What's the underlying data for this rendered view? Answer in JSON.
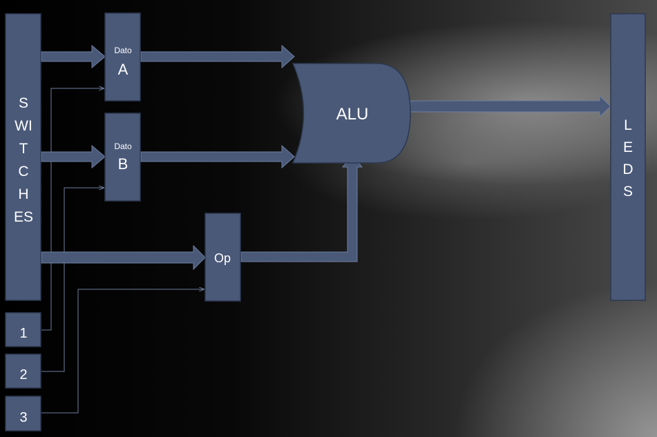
{
  "blocks": {
    "switches": [
      "S",
      "WI",
      "T",
      "C",
      "H",
      "ES"
    ],
    "dato_a": {
      "small": "Dato",
      "big": "A"
    },
    "dato_b": {
      "small": "Dato",
      "big": "B"
    },
    "alu": "ALU",
    "op": "Op",
    "leds": [
      "L",
      "E",
      "D",
      "S"
    ],
    "buttons": [
      "1",
      "2",
      "3"
    ]
  },
  "colors": {
    "block_fill": "#4a5978",
    "block_stroke": "#2c3850",
    "wire": "#6f7fa0",
    "text": "#ffffff"
  }
}
